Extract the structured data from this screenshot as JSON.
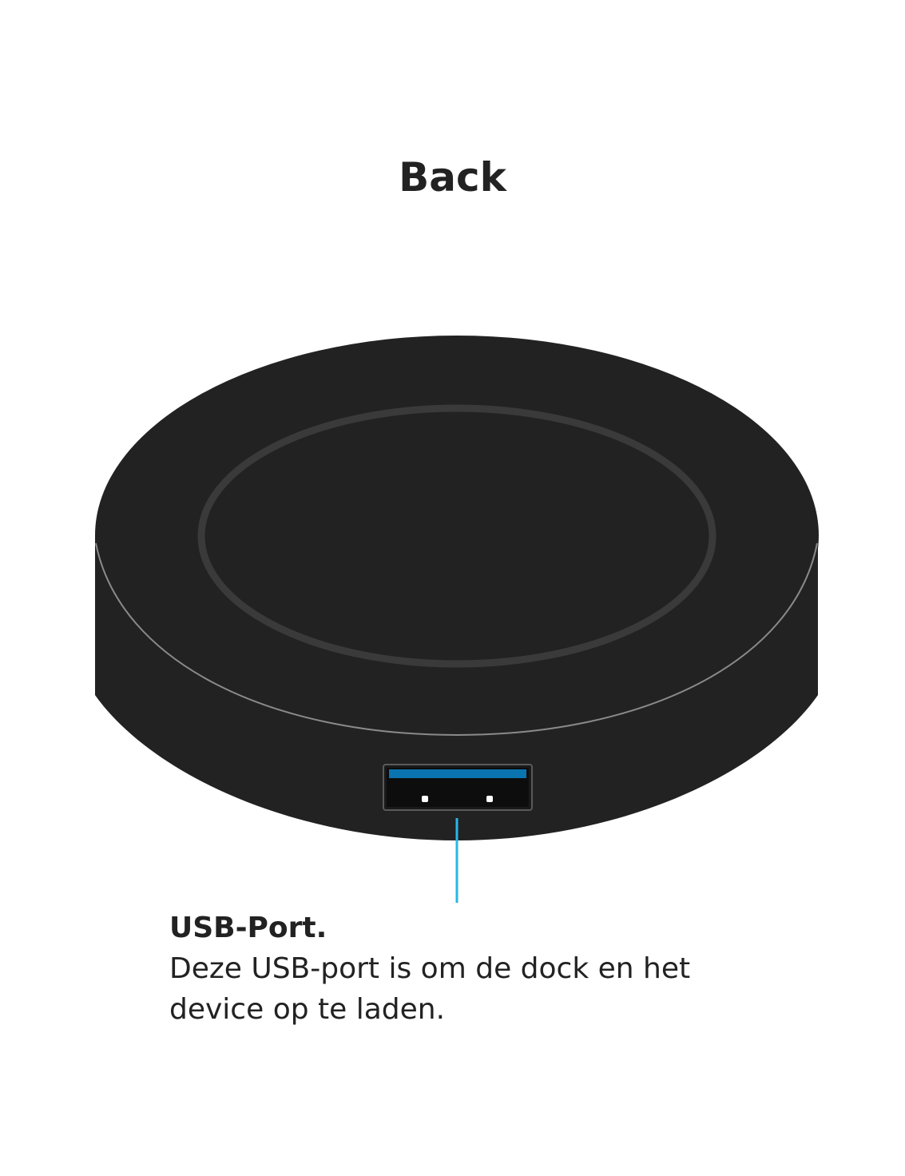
{
  "page": {
    "title": "Back"
  },
  "callout": {
    "title": "USB-Port.",
    "description": "Deze USB-port is om de dock en het device op te laden."
  },
  "colors": {
    "device_body": "#222222",
    "device_ring": "#3a3a3a",
    "usb_accent": "#0a74b0",
    "leader_line": "#29b6e8"
  }
}
